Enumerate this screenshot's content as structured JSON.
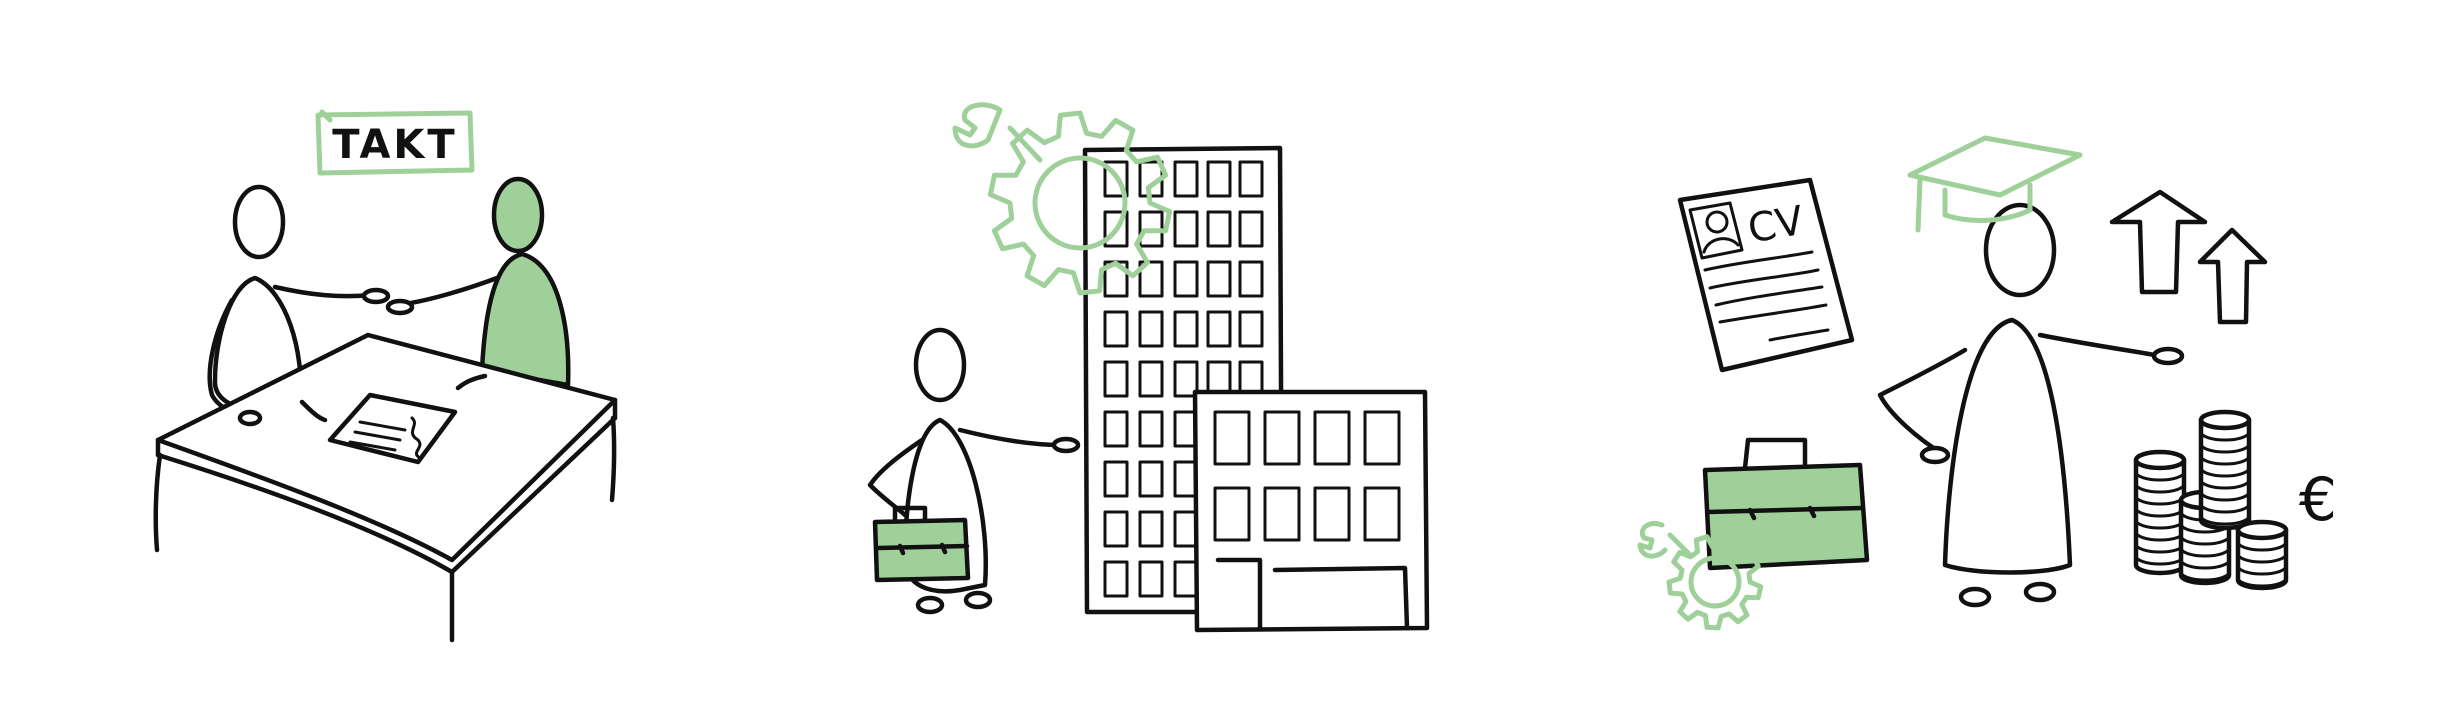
{
  "colors": {
    "ink": "#111111",
    "accent_green": "#9fd09a",
    "background": "#ffffff"
  },
  "panels": [
    {
      "id": "agreement",
      "icons": [
        "person-icon",
        "handshake-icon",
        "desk-icon",
        "contract-icon",
        "sign-icon"
      ],
      "sign_text": "TAKT"
    },
    {
      "id": "company",
      "icons": [
        "person-icon",
        "briefcase-icon",
        "office-building-icon",
        "gear-wrench-icon"
      ]
    },
    {
      "id": "career",
      "icons": [
        "graduate-icon",
        "cv-document-icon",
        "arrow-up-icon",
        "coin-stack-icon",
        "euro-icon",
        "briefcase-icon",
        "gear-wrench-icon"
      ],
      "cv_text": "CV",
      "currency_symbol": "€"
    }
  ]
}
